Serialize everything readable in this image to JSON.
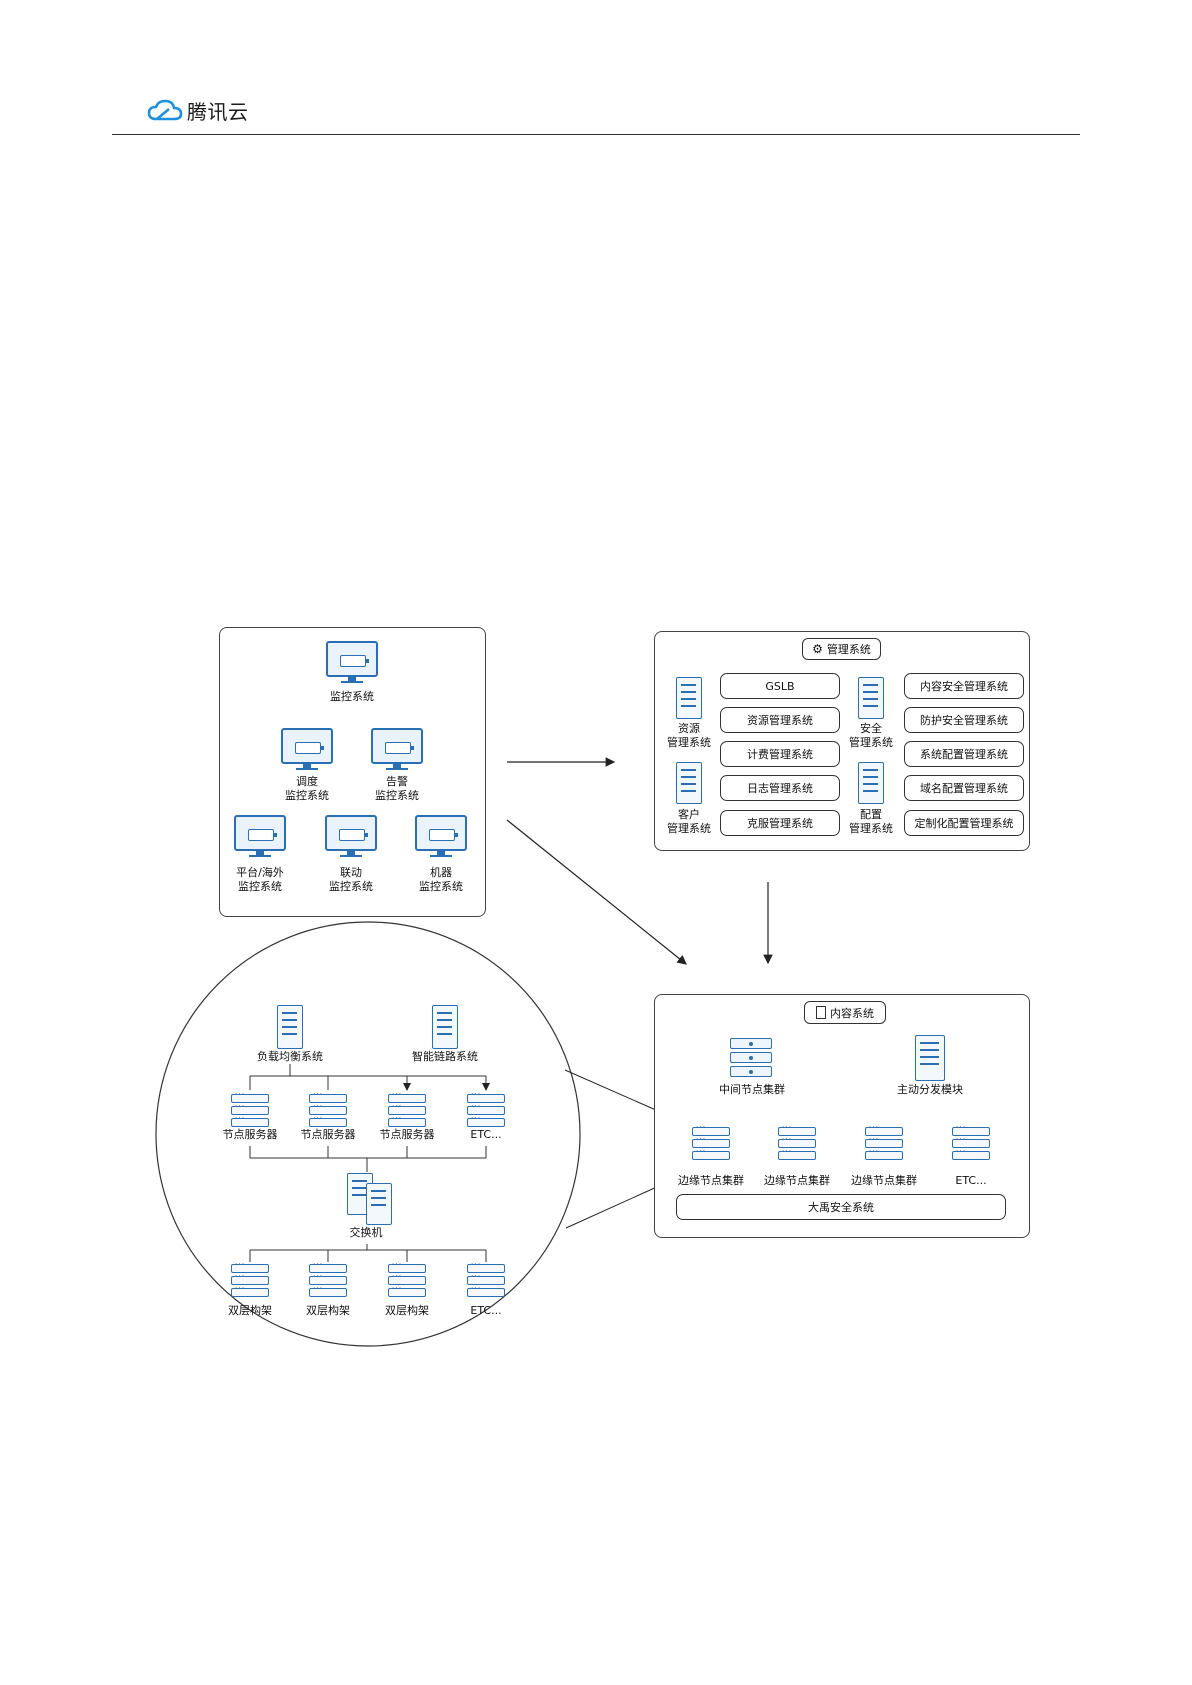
{
  "header": {
    "brand": "腾讯云",
    "icon": "cloud-icon",
    "accent": "#2a6fb5"
  },
  "monitoring": {
    "main": "监控系统",
    "row2": [
      [
        "调度",
        "监控系统"
      ],
      [
        "告警",
        "监控系统"
      ]
    ],
    "row3": [
      [
        "平台/海外",
        "监控系统"
      ],
      [
        "联动",
        "监控系统"
      ],
      [
        "机器",
        "监控系统"
      ]
    ]
  },
  "management": {
    "title": "管理系统",
    "left_labels": [
      [
        "资源",
        "管理系统"
      ],
      [
        "客户",
        "管理系统"
      ]
    ],
    "mid_labels": [
      [
        "安全",
        "管理系统"
      ],
      [
        "配置",
        "管理系统"
      ]
    ],
    "col1": [
      "GSLB",
      "资源管理系统",
      "计费管理系统",
      "日志管理系统",
      "克服管理系统"
    ],
    "col2": [
      "内容安全管理系统",
      "防护安全管理系统",
      "系统配置管理系统",
      "域名配置管理系统",
      "定制化配置管理系统"
    ]
  },
  "content": {
    "title": "内容系统",
    "middle_cluster": "中间节点集群",
    "dispatch": "主动分发模块",
    "edges": [
      "边缘节点集群",
      "边缘节点集群",
      "边缘节点集群",
      "ETC..."
    ],
    "security": "大禹安全系统"
  },
  "detail": {
    "lb": "负载均衡系统",
    "smart": "智能链路系统",
    "nodes": [
      "节点服务器",
      "节点服务器",
      "节点服务器",
      "ETC..."
    ],
    "switch": "交换机",
    "racks": [
      "双层构架",
      "双层构架",
      "双层构架",
      "ETC..."
    ]
  }
}
